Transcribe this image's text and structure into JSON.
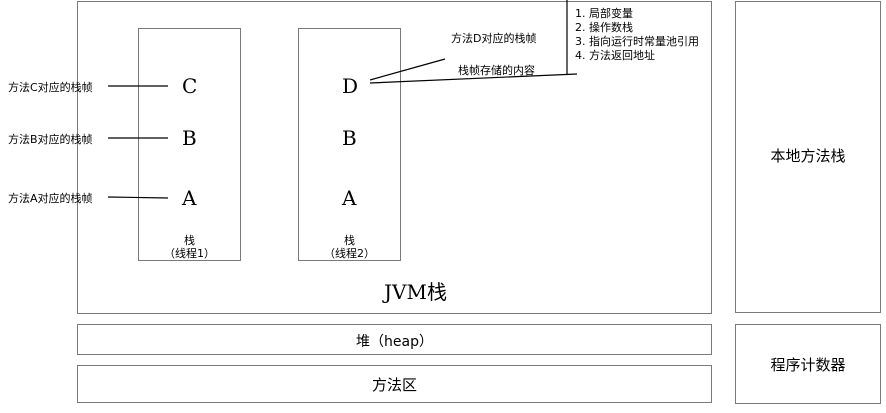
{
  "jvm_stack": {
    "label": "JVM栈"
  },
  "native_stack": {
    "label": "本地方法栈"
  },
  "heap": {
    "label": "堆（heap）"
  },
  "method_area": {
    "label": "方法区"
  },
  "pc_register": {
    "label": "程序计数器"
  },
  "stack1": {
    "frames": [
      "C",
      "B",
      "A"
    ],
    "caption_line1": "栈",
    "caption_line2": "（线程1）"
  },
  "stack2": {
    "frames": [
      "D",
      "B",
      "A"
    ],
    "caption_line1": "栈",
    "caption_line2": "（线程2）"
  },
  "annotations": {
    "frame_c": "方法C对应的栈帧",
    "frame_b": "方法B对应的栈帧",
    "frame_a": "方法A对应的栈帧",
    "frame_d": "方法D对应的栈帧",
    "frame_content": "栈帧存储的内容"
  },
  "frame_contents": [
    "1. 局部变量",
    "2. 操作数栈",
    "3. 指向运行时常量池引用",
    "4. 方法返回地址"
  ]
}
